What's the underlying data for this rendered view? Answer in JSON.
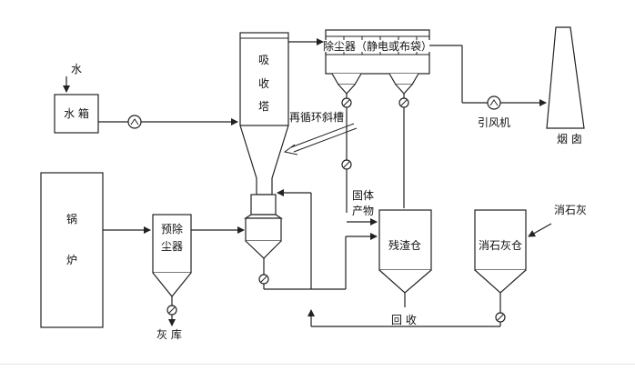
{
  "labels": {
    "water": "水",
    "water_tank": "水 箱",
    "boiler_top": "锅",
    "boiler_bottom": "炉",
    "pre_duster_line1": "预除",
    "pre_duster_line2": "尘器",
    "ash_store": "灰 库",
    "absorber_1": "吸",
    "absorber_2": "收",
    "absorber_3": "塔",
    "recirc_chute": "再循环斜槽",
    "dust_collector": "除尘器（静电或布袋）",
    "id_fan": "引风机",
    "chimney": "烟 囱",
    "solid_product_1": "固体",
    "solid_product_2": "产物",
    "residue_bin": "残渣仓",
    "lime_input": "消石灰",
    "lime_bin": "消石灰仓",
    "recovery": "回 收"
  }
}
